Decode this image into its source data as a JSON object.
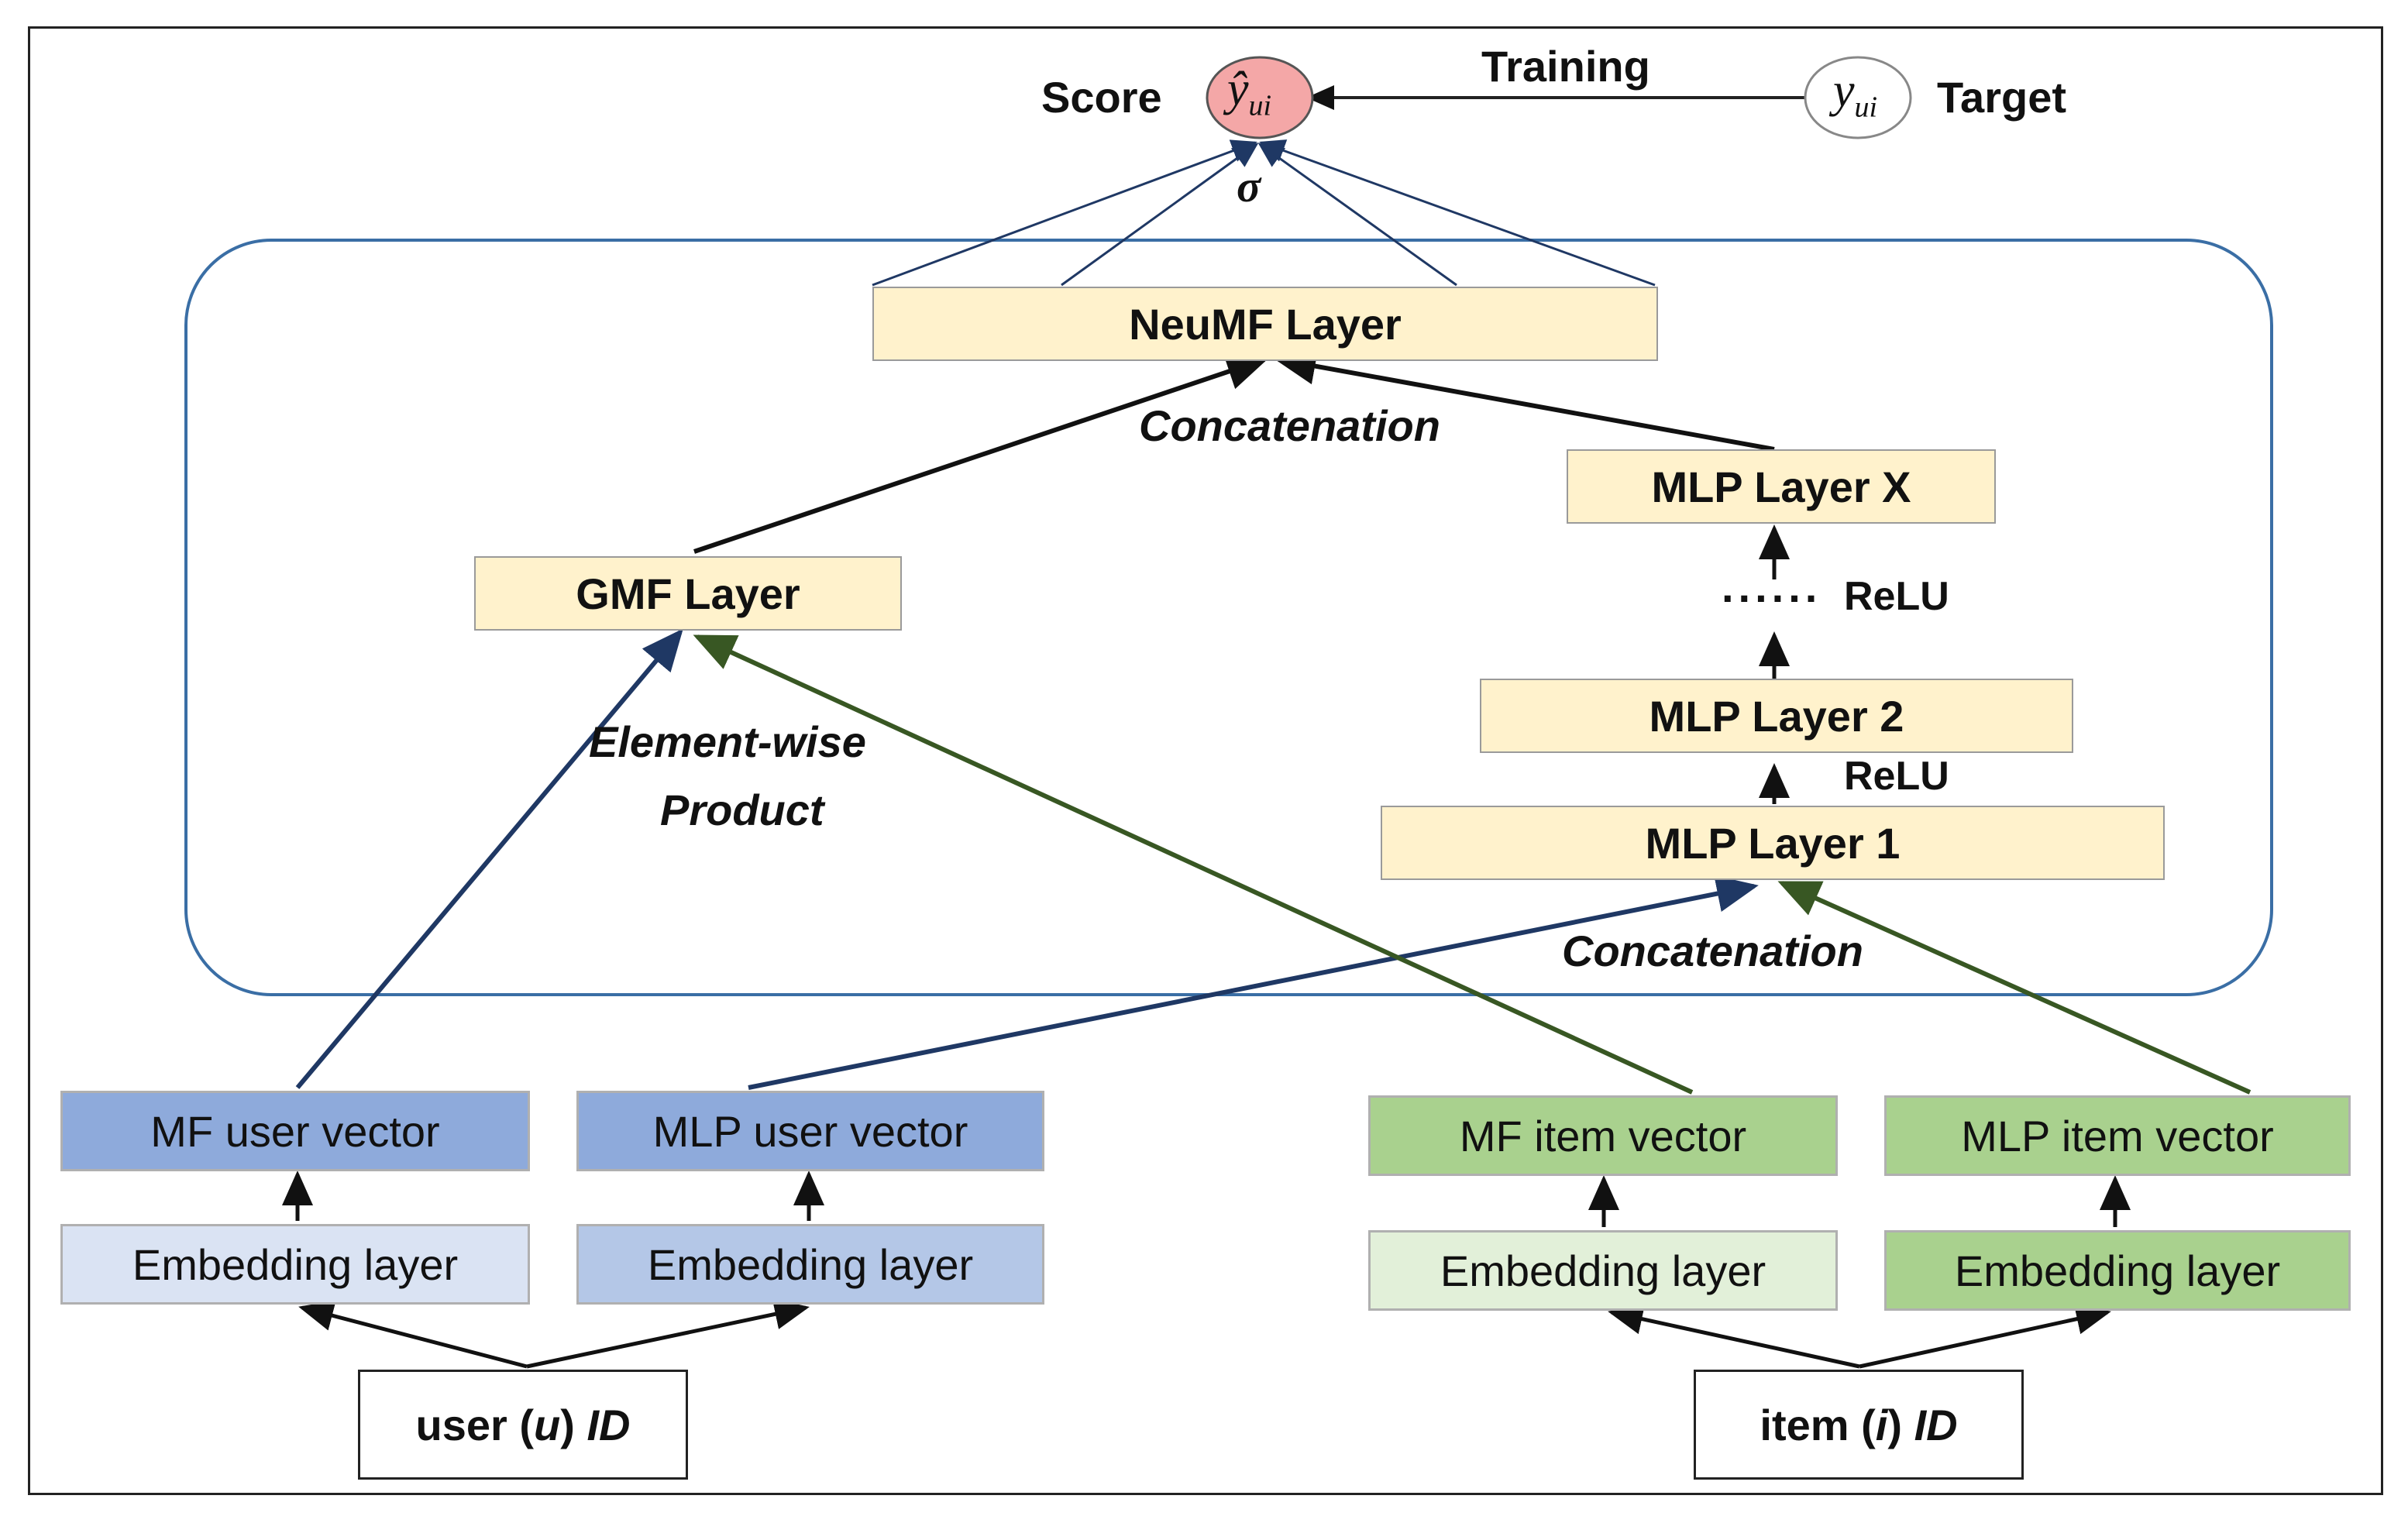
{
  "colors": {
    "layer_fill": "#fff2cc",
    "user_blue": "#8eaadb",
    "user_blue_light": "#dae3f3",
    "user_blue_mid": "#b4c7e7",
    "item_green": "#a9d18e",
    "item_green_light": "#e2f0d9",
    "score_fill": "#f4a7a7",
    "arrow_blue": "#1f3864",
    "arrow_green": "#385723"
  },
  "top": {
    "score_label": "Score",
    "score_symbol": "ŷ",
    "score_subscript": "ui",
    "sigma": "σ",
    "training_label": "Training",
    "target_symbol": "y",
    "target_subscript": "ui",
    "target_label": "Target"
  },
  "layers": {
    "neumf": "NeuMF Layer",
    "gmf": "GMF Layer",
    "mlp_x": "MLP Layer X",
    "mlp_2": "MLP Layer 2",
    "mlp_1": "MLP Layer 1"
  },
  "annotations": {
    "concat_top": "Concatenation",
    "concat_bottom": "Concatenation",
    "elementwise_line1": "Element-wise",
    "elementwise_line2": "Product",
    "dots": "......",
    "relu_upper": "ReLU",
    "relu_lower": "ReLU"
  },
  "user_side": {
    "mf_vector": "MF user vector",
    "mlp_vector": "MLP user vector",
    "embedding_left": "Embedding layer",
    "embedding_right": "Embedding layer",
    "id_prefix": "user (",
    "id_var": "u",
    "id_mid": ") ",
    "id_suffix": "ID"
  },
  "item_side": {
    "mf_vector": "MF item vector",
    "mlp_vector": "MLP item vector",
    "embedding_left": "Embedding layer",
    "embedding_right": "Embedding layer",
    "id_prefix": "item (",
    "id_var": "i",
    "id_mid": ") ",
    "id_suffix": "ID"
  }
}
